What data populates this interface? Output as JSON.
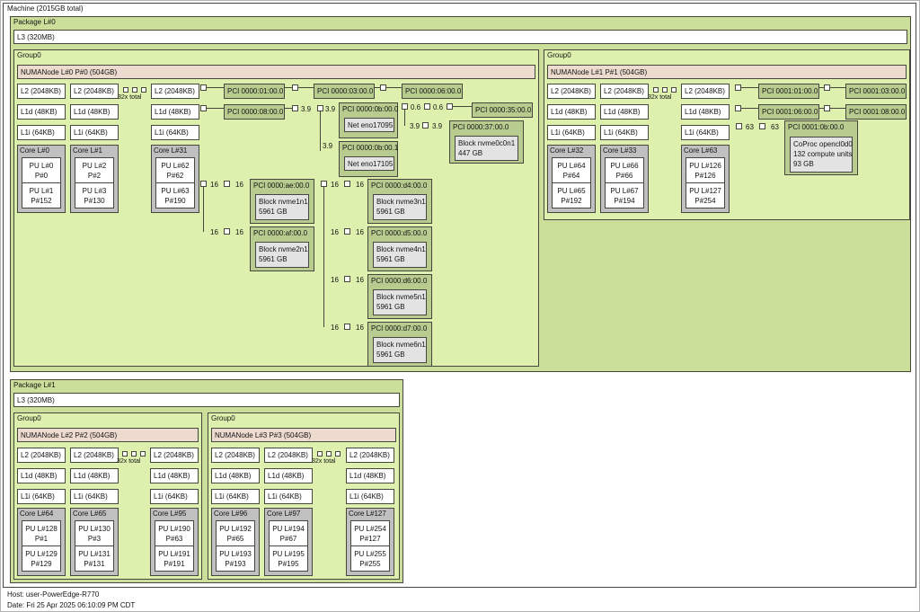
{
  "machine": {
    "label": "Machine (2015GB total)"
  },
  "footer": {
    "host": "Host: user-PowerEdge-R770",
    "date": "Date: Fri 25 Apr 2025 06:10:09 PM CDT"
  },
  "cache": {
    "l3": "L3 (320MB)",
    "l2": "L2 (2048KB)",
    "l1d": "L1d (48KB)",
    "l1i": "L1i (64KB)"
  },
  "group_label": "Group0",
  "ellipsis": "32x total",
  "links": {
    "w16": "16",
    "g39": "3.9",
    "g06": "0.6",
    "g63": "63"
  },
  "colors": {
    "package": "#cbdf9a",
    "group": "#def0ae",
    "numanode": "#eedbd0",
    "core": "#c0c0c0",
    "pci": "#b9cc90",
    "device": "#e3e3e3"
  },
  "p0": {
    "label": "Package L#0",
    "gA": {
      "numa": "NUMANode L#0 P#0 (504GB)",
      "cores": [
        {
          "label": "Core L#0",
          "pu1l": "PU L#0",
          "pu1p": "P#0",
          "pu2l": "PU L#1",
          "pu2p": "P#152"
        },
        {
          "label": "Core L#1",
          "pu1l": "PU L#2",
          "pu1p": "P#2",
          "pu2l": "PU L#3",
          "pu2p": "P#130"
        },
        {
          "label": "Core L#31",
          "pu1l": "PU L#62",
          "pu1p": "P#62",
          "pu2l": "PU L#63",
          "pu2p": "P#190"
        }
      ]
    },
    "gB": {
      "numa": "NUMANode L#1 P#1 (504GB)",
      "cores": [
        {
          "label": "Core L#32",
          "pu1l": "PU L#64",
          "pu1p": "P#64",
          "pu2l": "PU L#65",
          "pu2p": "P#192"
        },
        {
          "label": "Core L#33",
          "pu1l": "PU L#66",
          "pu1p": "P#66",
          "pu2l": "PU L#67",
          "pu2p": "P#194"
        },
        {
          "label": "Core L#63",
          "pu1l": "PU L#126",
          "pu1p": "P#126",
          "pu2l": "PU L#127",
          "pu2p": "P#254"
        }
      ]
    }
  },
  "p1": {
    "label": "Package L#1",
    "gC": {
      "numa": "NUMANode L#2 P#2 (504GB)",
      "cores": [
        {
          "label": "Core L#64",
          "pu1l": "PU L#128",
          "pu1p": "P#1",
          "pu2l": "PU L#129",
          "pu2p": "P#129"
        },
        {
          "label": "Core L#65",
          "pu1l": "PU L#130",
          "pu1p": "P#3",
          "pu2l": "PU L#131",
          "pu2p": "P#131"
        },
        {
          "label": "Core L#95",
          "pu1l": "PU L#190",
          "pu1p": "P#63",
          "pu2l": "PU L#191",
          "pu2p": "P#191"
        }
      ]
    },
    "gD": {
      "numa": "NUMANode L#3 P#3 (504GB)",
      "cores": [
        {
          "label": "Core L#96",
          "pu1l": "PU L#192",
          "pu1p": "P#65",
          "pu2l": "PU L#193",
          "pu2p": "P#193"
        },
        {
          "label": "Core L#97",
          "pu1l": "PU L#194",
          "pu1p": "P#67",
          "pu2l": "PU L#195",
          "pu2p": "P#195"
        },
        {
          "label": "Core L#127",
          "pu1l": "PU L#254",
          "pu1p": "P#127",
          "pu2l": "PU L#255",
          "pu2p": "P#255"
        }
      ]
    }
  },
  "pci": {
    "p01": "PCI 0000:01:00.0",
    "p03": "PCI 0000:03:00.0",
    "p06": "PCI 0000:06:00.0",
    "p08": "PCI 0000:08:00.0",
    "p35": "PCI 0000:35:00.0",
    "p0b0": {
      "label": "PCI 0000:0b:00.0",
      "dev": "Net eno17095"
    },
    "p0b1": {
      "label": "PCI 0000:0b:00.1",
      "dev": "Net eno17105"
    },
    "p37": {
      "label": "PCI 0000:37:00.0",
      "dev": "Block nvme0c0n1",
      "size": "447 GB"
    },
    "pae": {
      "label": "PCI 0000:ae:00.0",
      "dev": "Block nvme1n1",
      "size": "5961 GB"
    },
    "paf": {
      "label": "PCI 0000:af:00.0",
      "dev": "Block nvme2n1",
      "size": "5961 GB"
    },
    "pd4": {
      "label": "PCI 0000:d4:00.0",
      "dev": "Block nvme3n1",
      "size": "5961 GB"
    },
    "pd5": {
      "label": "PCI 0000:d5:00.0",
      "dev": "Block nvme4n1",
      "size": "5961 GB"
    },
    "pd6": {
      "label": "PCI 0000:d6:00.0",
      "dev": "Block nvme5n1",
      "size": "5961 GB"
    },
    "pd7": {
      "label": "PCI 0000:d7:00.0",
      "dev": "Block nvme6n1",
      "size": "5961 GB"
    },
    "q01": "PCI 0001:01:00.0",
    "q03": "PCI 0001:03:00.0",
    "q06": "PCI 0001:06:00.0",
    "q08": "PCI 0001:08:00.0",
    "q0b": {
      "label": "PCI 0001:0b:00.0",
      "dev": "CoProc opencl0d0",
      "units": "132 compute units",
      "size": "93 GB"
    }
  }
}
